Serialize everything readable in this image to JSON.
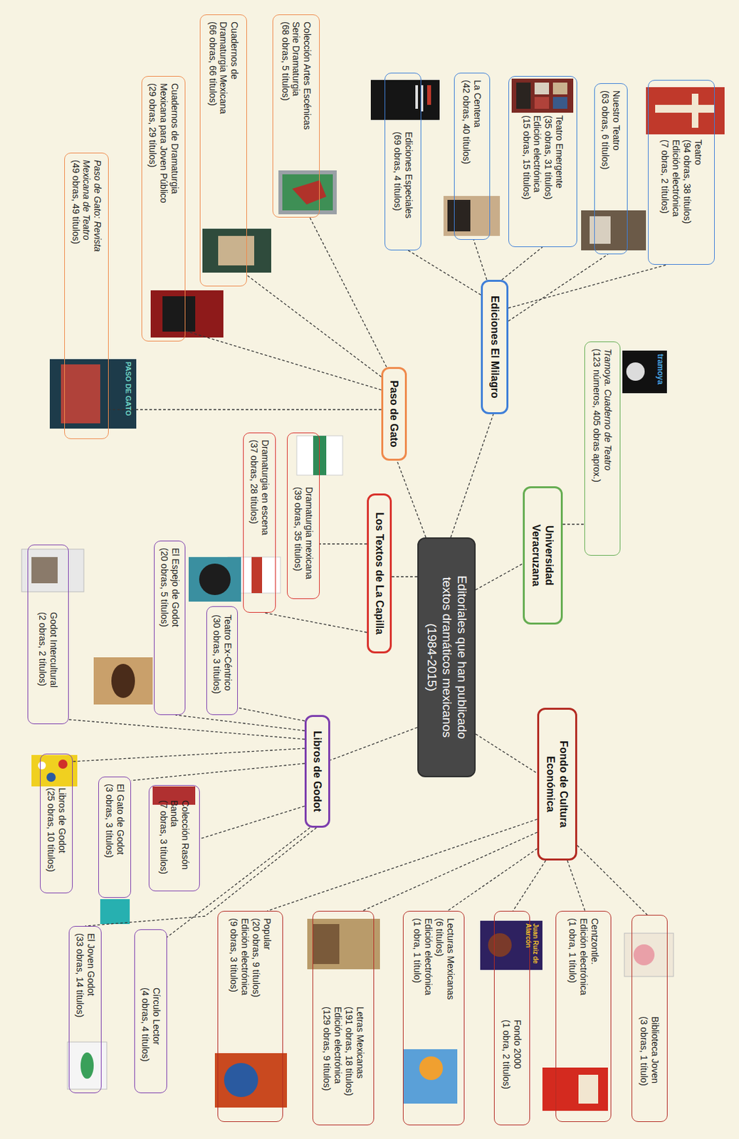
{
  "diagram": {
    "nodes": [
      {
        "text": [
          "Editoriales que han publicado textos dramáticos mexicanos (1984-2015)"
        ]
      },
      {
        "text": [
          "Ediciones El Milagro"
        ]
      },
      {
        "text": [
          "Teatro",
          "(94 obras, 38 títulos)",
          "Edición electrónica",
          "(7 obras, 2 títulos)"
        ]
      },
      {
        "text": [
          "Nuestro Teatro",
          "(63 obras, 6 títulos)"
        ]
      },
      {
        "text": [
          "Teatro Emergente",
          "(35 obras, 31 títulos)",
          "Edición electrónica",
          "(15 obras, 15 títulos)"
        ]
      },
      {
        "text": [
          "La Centena",
          "(42 obras, 40 títulos)"
        ]
      },
      {
        "text": [
          "Ediciones Especiales",
          "(69 obras, 4 títulos)"
        ]
      },
      {
        "text": [
          "Universidad Veracruzana"
        ]
      },
      {
        "text": [
          "Tramoya. Cuaderno de Teatro",
          "(123 números, 405 obras aprox.)"
        ]
      },
      {
        "text": [
          "Paso de Gato"
        ]
      },
      {
        "text": [
          "Colección Artes Escénicas Serie Dramaturgia",
          "(68 obras, 5 títulos)"
        ]
      },
      {
        "text": [
          "Cuadernos de Dramaturgia Mexicana",
          "(66 obras, 66 títulos)"
        ]
      },
      {
        "text": [
          "Cuadernos de Dramaturgia Mexicana para Joven Público",
          "(29 obras, 29 títulos)"
        ]
      },
      {
        "text": [
          "Paso de Gato: Revista Mexicana de Teatro",
          "(49 obras, 49 títulos)"
        ]
      },
      {
        "text": [
          "Los Textos de La Capilla"
        ]
      },
      {
        "text": [
          "Dramaturgia mexicana",
          "(39 obras, 35 títulos)"
        ]
      },
      {
        "text": [
          "Dramaturgia en escena",
          "(37 obras, 28 títulos)"
        ]
      },
      {
        "text": [
          "Libros de Godot"
        ]
      },
      {
        "text": [
          "Teatro Ex-Céntrico",
          "(30 obras, 3 títulos)"
        ]
      },
      {
        "text": [
          "El Espejo de Godot",
          "(20 obras, 5 títulos)"
        ]
      },
      {
        "text": [
          "Godot Intercultural",
          "(2 obras, 2 títulos)"
        ]
      },
      {
        "text": [
          "Colección Rasón Banda",
          "(7 obras, 3 títulos)"
        ]
      },
      {
        "text": [
          "El Gato de Godot",
          "(3 obras, 3 títulos)"
        ]
      },
      {
        "text": [
          "Libros de Godot",
          "(25 obras, 10 títulos)"
        ]
      },
      {
        "text": [
          "Círculo Lector",
          "(4 obras, 4 títulos)"
        ]
      },
      {
        "text": [
          "El Joven Godot",
          "(33 obras, 14 títulos)"
        ]
      },
      {
        "text": [
          "Fondo de Cultura Económica"
        ]
      },
      {
        "text": [
          "Biblioteca Joven",
          "(3 obras, 1 título)"
        ]
      },
      {
        "text": [
          "Centzontle.",
          "Edición electrónica",
          "(1 obra, 1 título)"
        ]
      },
      {
        "text": [
          "Fondo 2000",
          "(1 obra, 2 títulos)"
        ]
      },
      {
        "text": [
          "Lecturas Mexicanas",
          "(6 títulos)",
          "Edición electrónica",
          "(1 obra, 1 título)"
        ]
      },
      {
        "text": [
          "Letras Mexicanas",
          "(191 obras, 18 títulos)",
          "Edición electrónica",
          "(129 obras, 9 títulos)"
        ]
      },
      {
        "text": [
          "Popular",
          "(20 obras, 9 títulos)",
          "Edición electrónica",
          "(9 obras, 3 títulos)"
        ]
      }
    ],
    "edges": [
      {
        "from": 0,
        "to": 1,
        "arrow": "none"
      },
      {
        "from": 1,
        "to": 2,
        "arrow": "none"
      },
      {
        "from": 1,
        "to": 3,
        "arrow": "none"
      },
      {
        "from": 1,
        "to": 4,
        "arrow": "none"
      },
      {
        "from": 1,
        "to": 5,
        "arrow": "none"
      },
      {
        "from": 1,
        "to": 6,
        "arrow": "none"
      },
      {
        "from": 0,
        "to": 7,
        "arrow": "none"
      },
      {
        "from": 7,
        "to": 8,
        "arrow": "none"
      },
      {
        "from": 0,
        "to": 9,
        "arrow": "none"
      },
      {
        "from": 9,
        "to": 10,
        "arrow": "none"
      },
      {
        "from": 9,
        "to": 11,
        "arrow": "none"
      },
      {
        "from": 9,
        "to": 12,
        "arrow": "none"
      },
      {
        "from": 9,
        "to": 13,
        "arrow": "none"
      },
      {
        "from": 0,
        "to": 14,
        "arrow": "none"
      },
      {
        "from": 14,
        "to": 15,
        "arrow": "none"
      },
      {
        "from": 14,
        "to": 16,
        "arrow": "none"
      },
      {
        "from": 0,
        "to": 17,
        "arrow": "none"
      },
      {
        "from": 17,
        "to": 18,
        "arrow": "none"
      },
      {
        "from": 17,
        "to": 19,
        "arrow": "none"
      },
      {
        "from": 17,
        "to": 20,
        "arrow": "none"
      },
      {
        "from": 17,
        "to": 21,
        "arrow": "none"
      },
      {
        "from": 17,
        "to": 22,
        "arrow": "none"
      },
      {
        "from": 17,
        "to": 23,
        "arrow": "none"
      },
      {
        "from": 17,
        "to": 24,
        "arrow": "none"
      },
      {
        "from": 17,
        "to": 25,
        "arrow": "none"
      },
      {
        "from": 0,
        "to": 26,
        "arrow": "none"
      },
      {
        "from": 26,
        "to": 27,
        "arrow": "none"
      },
      {
        "from": 26,
        "to": 28,
        "arrow": "none"
      },
      {
        "from": 26,
        "to": 29,
        "arrow": "none"
      },
      {
        "from": 26,
        "to": 30,
        "arrow": "none"
      },
      {
        "from": 26,
        "to": 31,
        "arrow": "none"
      },
      {
        "from": 26,
        "to": 32,
        "arrow": "none"
      }
    ],
    "labels": [
      "tramoya",
      "PASO DE GATO",
      "Juan Ruiz de Alarcón"
    ]
  }
}
